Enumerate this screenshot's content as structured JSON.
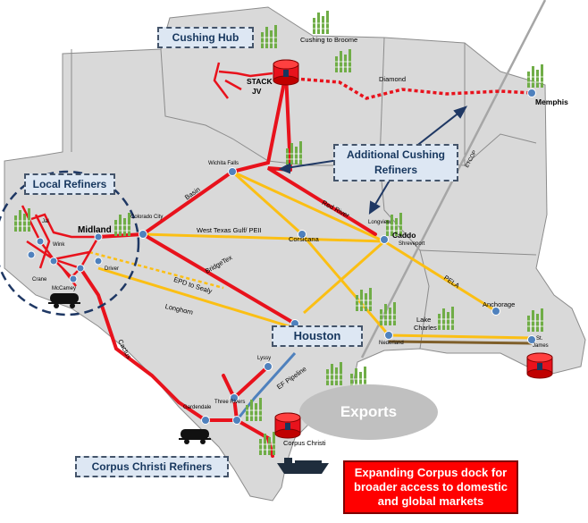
{
  "callouts": {
    "cushing_hub": "Cushing Hub",
    "local_refiners": "Local Refiners",
    "additional_cushing_refiners_line1": "Additional Cushing",
    "additional_cushing_refiners_line2": "Refiners",
    "houston": "Houston",
    "corpus_christi_refiners": "Corpus Christi Refiners",
    "exports": "Exports",
    "expanding_line1": "Expanding Corpus dock for",
    "expanding_line2": "broader access to domestic",
    "expanding_line3": "and global markets"
  },
  "places": {
    "cushing_to_broome": "Cushing to Broome",
    "stack": "STACK",
    "jv": "JV",
    "diamond": "Diamond",
    "memphis": "Memphis",
    "etcop": "ETCOP",
    "wichita_falls": "Wichita Falls",
    "basin": "Basin",
    "red_river": "Red River",
    "longview": "Longview",
    "caddo": "Caddo",
    "shreveport": "Shreveport",
    "corsicana": "Corsicana",
    "west_texas_gulf": "West Texas Gulf/ PEII",
    "midland": "Midland",
    "colorado_city": "Colorado City",
    "jal": "Jal",
    "wink": "Wink",
    "crane": "Crane",
    "mccamey": "McCamey",
    "driver": "Driver",
    "bridgetex": "BridgeTex",
    "epd_to_sealy": "EPD to Sealy",
    "longhorn": "Longhorn",
    "pela": "PELA",
    "anchorage": "Anchorage",
    "lake_charles_1": "Lake",
    "lake_charles_2": "Charles",
    "nederland": "Nederland",
    "st_james_1": "St.",
    "st_james_2": "James",
    "cactus": "Cactus",
    "ef_pipeline": "EF Pipeline",
    "lyssy": "Lyssy",
    "three_rivers": "Three Rivers",
    "gardendale": "Gardendale",
    "corpus_christi": "Corpus Christi"
  },
  "colors": {
    "land": "#d9d9d9",
    "border": "#8c8c8c",
    "red_pipeline": "#e8121c",
    "yellow_pipeline": "#fbbf14",
    "blue_pipeline": "#4f81bd",
    "brown_pipeline": "#7f5f2a",
    "node": "#4f81bd",
    "refinery_green": "#70ad47"
  },
  "icons": {
    "tank": "storage-tank-icon",
    "refinery": "refinery-icon",
    "railcar": "railcar-icon",
    "ship": "tanker-ship-icon"
  }
}
